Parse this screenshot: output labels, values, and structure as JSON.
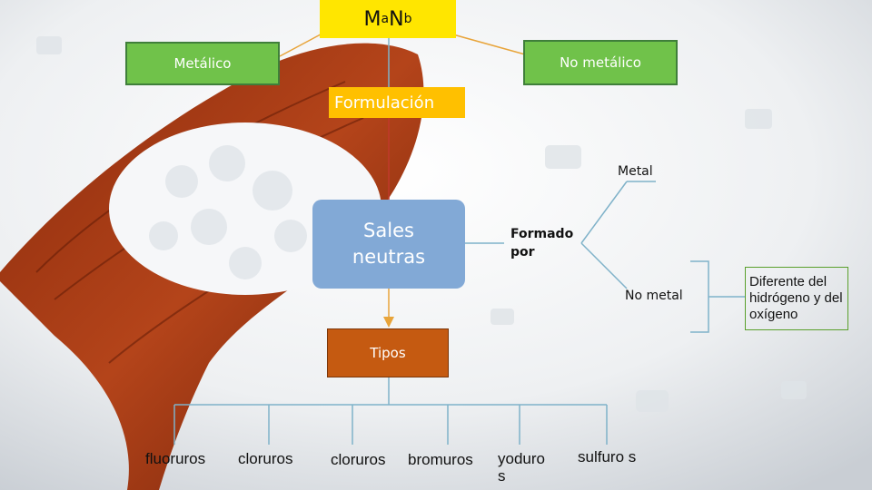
{
  "formula": {
    "M": "M",
    "a": "a",
    "N": "N",
    "b": "b"
  },
  "metalico": "Metálico",
  "no_metalico": "No metálico",
  "formulacion": "Formulación",
  "sales_neutras": "Sales neutras",
  "formado_por": "Formado por",
  "metal": "Metal",
  "no_metal": "No metal",
  "diferente": "Diferente del hidrógeno y del oxígeno",
  "tipos": "Tipos",
  "types": [
    "fluoruros",
    "cloruros",
    "cloruros",
    "bromuros",
    "yoduro s",
    "sulfuro s"
  ],
  "colors": {
    "green": "#70c24a",
    "yellow": "#ffe600",
    "orange": "#ffc000",
    "blue": "#82a9d6",
    "brown": "#c55a11",
    "line": "#7fb2c9"
  }
}
